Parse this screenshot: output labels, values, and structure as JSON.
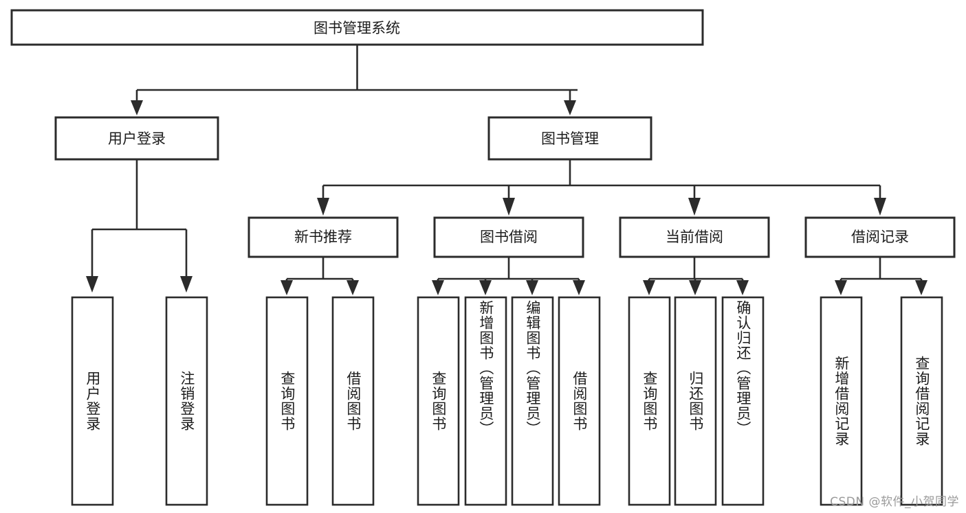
{
  "diagram": {
    "title": "图书管理系统",
    "type": "tree-hierarchy",
    "root": {
      "id": "root",
      "label": "图书管理系统",
      "orientation": "horizontal"
    },
    "level2": [
      {
        "id": "user-login",
        "label": "用户登录",
        "orientation": "horizontal"
      },
      {
        "id": "book-manage",
        "label": "图书管理",
        "orientation": "horizontal"
      }
    ],
    "level3": [
      {
        "id": "new-book-recommend",
        "label": "新书推荐",
        "orientation": "horizontal",
        "parent": "book-manage"
      },
      {
        "id": "book-borrow",
        "label": "图书借阅",
        "orientation": "horizontal",
        "parent": "book-manage"
      },
      {
        "id": "current-borrow",
        "label": "当前借阅",
        "orientation": "horizontal",
        "parent": "book-manage"
      },
      {
        "id": "borrow-record",
        "label": "借阅记录",
        "orientation": "horizontal",
        "parent": "book-manage"
      }
    ],
    "leaves": [
      {
        "id": "leaf-user-login",
        "label": "用户登录",
        "orientation": "vertical",
        "parent": "user-login"
      },
      {
        "id": "leaf-logout-login",
        "label": "注销登录",
        "orientation": "vertical",
        "parent": "user-login"
      },
      {
        "id": "leaf-query-book-1",
        "label": "查询图书",
        "orientation": "vertical",
        "parent": "new-book-recommend"
      },
      {
        "id": "leaf-borrow-book-1",
        "label": "借阅图书",
        "orientation": "vertical",
        "parent": "new-book-recommend"
      },
      {
        "id": "leaf-query-book-2",
        "label": "查询图书",
        "orientation": "vertical",
        "parent": "book-borrow"
      },
      {
        "id": "leaf-add-book",
        "label": "新增图书（管理员）",
        "orientation": "vertical",
        "parent": "book-borrow"
      },
      {
        "id": "leaf-edit-book",
        "label": "编辑图书（管理员）",
        "orientation": "vertical",
        "parent": "book-borrow"
      },
      {
        "id": "leaf-borrow-book-2",
        "label": "借阅图书",
        "orientation": "vertical",
        "parent": "book-borrow"
      },
      {
        "id": "leaf-query-book-3",
        "label": "查询图书",
        "orientation": "vertical",
        "parent": "current-borrow"
      },
      {
        "id": "leaf-return-book",
        "label": "归还图书",
        "orientation": "vertical",
        "parent": "current-borrow"
      },
      {
        "id": "leaf-confirm-return",
        "label": "确认归还（管理员）",
        "orientation": "vertical",
        "parent": "current-borrow"
      },
      {
        "id": "leaf-add-record",
        "label": "新增借阅记录",
        "orientation": "vertical",
        "parent": "borrow-record"
      },
      {
        "id": "leaf-query-record",
        "label": "查询借阅记录",
        "orientation": "vertical",
        "parent": "borrow-record"
      }
    ],
    "watermark": "CSDN @软件_小贺同学",
    "colors": {
      "stroke": "#2b2b2b",
      "fill": "#ffffff",
      "text": "#1c1c1c",
      "watermark": "#9a9a9a",
      "background": "#ffffff"
    }
  }
}
